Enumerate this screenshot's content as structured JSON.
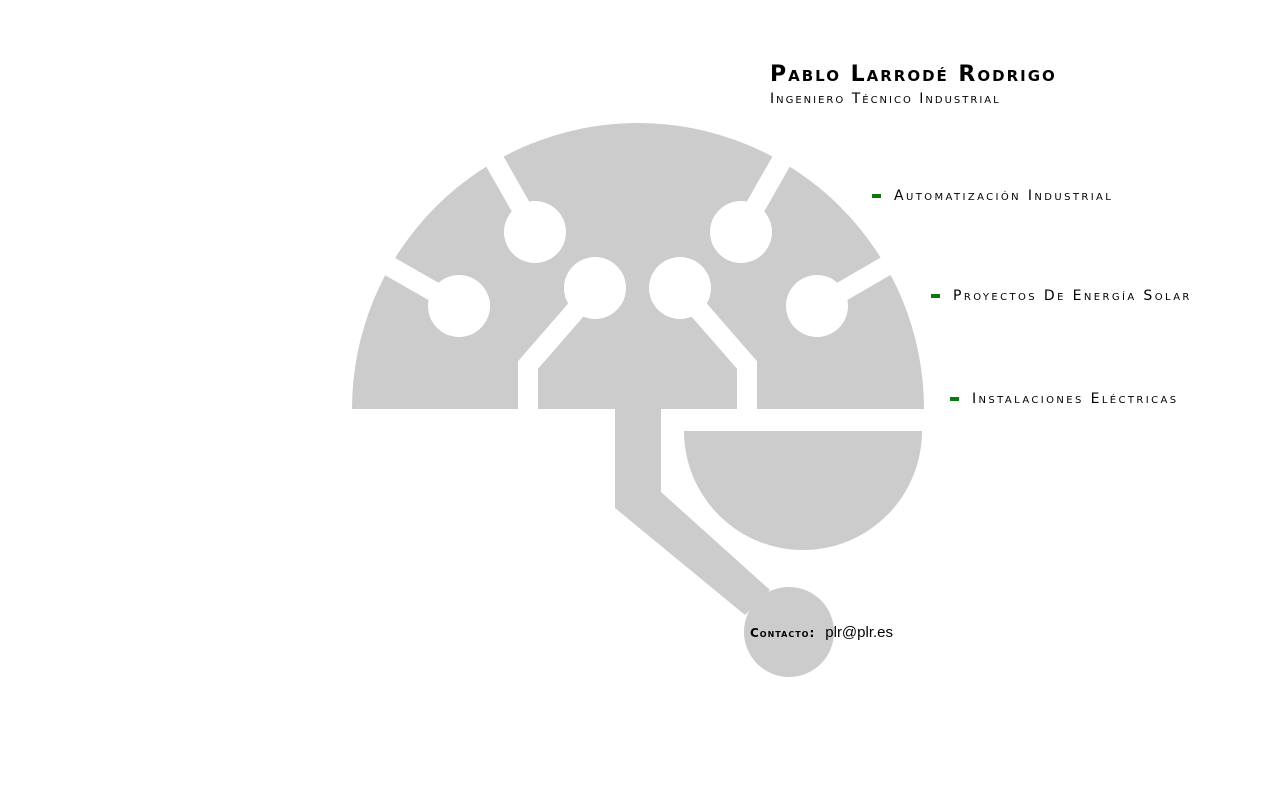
{
  "header": {
    "name": "Pablo Larrodé Rodrigo",
    "subtitle": "Ingeniero Técnico Industrial"
  },
  "services": [
    {
      "label": "Automatización Industrial"
    },
    {
      "label": "Proyectos De Energía Solar"
    },
    {
      "label": "Instalaciones Eléctricas"
    }
  ],
  "contact": {
    "label": "Contacto:",
    "email": "plr@plr.es"
  },
  "colors": {
    "logo_gray": "#cccccc",
    "bullet_green": "#0b7a0b",
    "background": "#ffffff"
  },
  "logo": {
    "icon": "circuit-brain-logo"
  }
}
